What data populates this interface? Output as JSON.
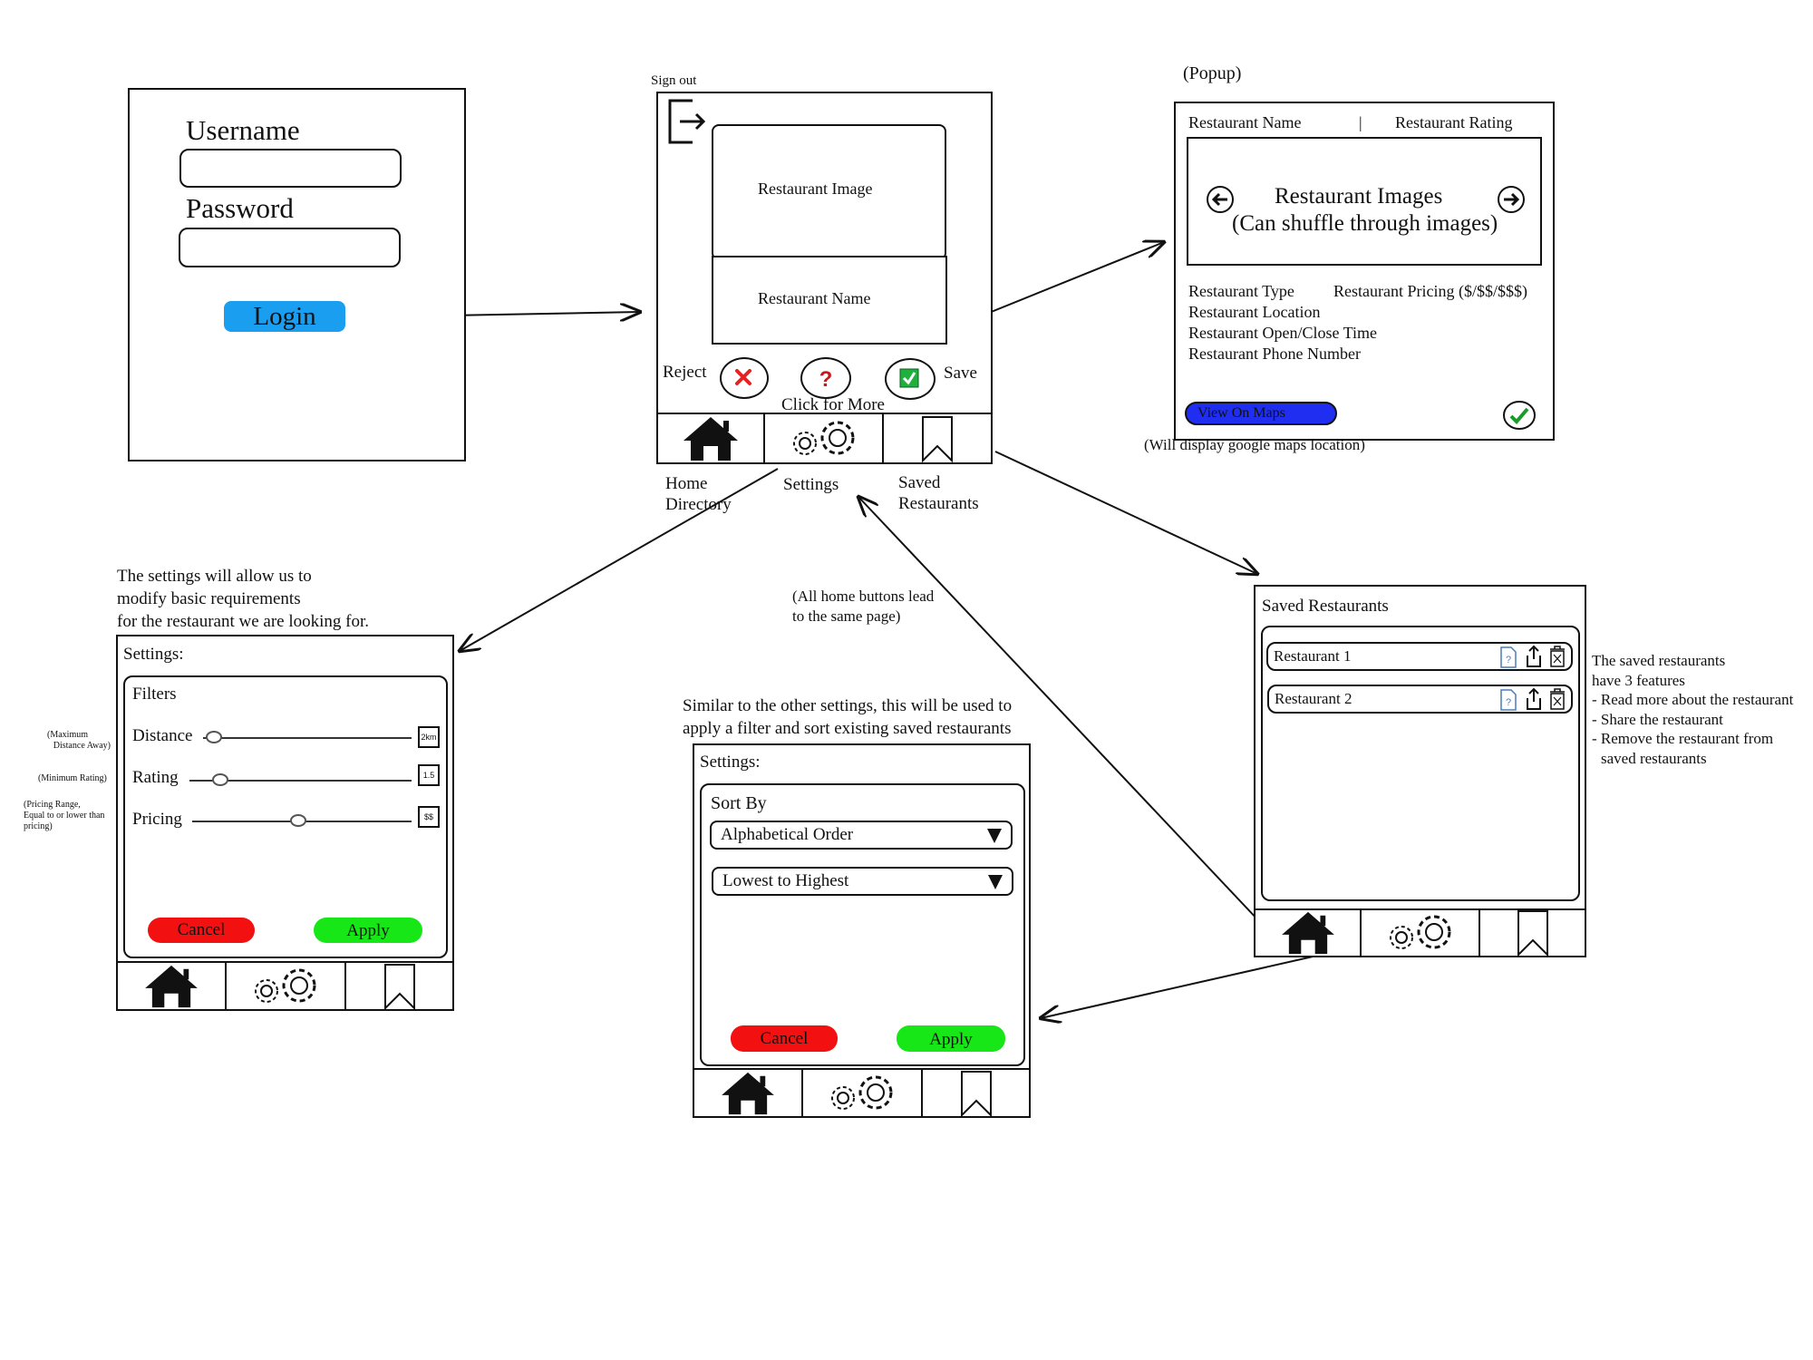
{
  "login": {
    "username_label": "Username",
    "password_label": "Password",
    "login_button": "Login",
    "login_color": "#1a9ef0"
  },
  "home": {
    "sign_out_label": "Sign out",
    "image_label": "Restaurant Image",
    "name_label": "Restaurant Name",
    "reject_label": "Reject",
    "save_label": "Save",
    "more_label": "Click for More",
    "nav_home": "Home\nDirectory",
    "nav_home_1": "Home",
    "nav_home_2": "Directory",
    "nav_settings": "Settings",
    "nav_saved_1": "Saved",
    "nav_saved_2": "Restaurants"
  },
  "popup": {
    "tag": "(Popup)",
    "header_name": "Restaurant Name",
    "header_sep": "|",
    "header_rating": "Restaurant Rating",
    "images_line1": "Restaurant Images",
    "images_line2": "(Can shuffle through images)",
    "type": "Restaurant Type",
    "pricing": "Restaurant Pricing ($/$$/$$$)",
    "location": "Restaurant Location",
    "hours": "Restaurant Open/Close Time",
    "phone": "Restaurant Phone Number",
    "maps_button": "View On Maps",
    "maps_note": "(Will display google maps location)",
    "maps_color": "#1f2ef0"
  },
  "settings": {
    "description_1": "The settings will allow us to",
    "description_2": "modify basic requirements",
    "description_3": "for the restaurant we are looking for.",
    "title": "Settings:",
    "filters_title": "Filters",
    "sliders": [
      {
        "label": "Distance",
        "value": "2km",
        "note_1": "(Maximum",
        "note_2": "Distance Away)",
        "level": 0.04
      },
      {
        "label": "Rating",
        "value": "1.5",
        "note_1": "(Minimum Rating)",
        "note_2": "",
        "level": 0.1
      },
      {
        "label": "Pricing",
        "value": "$$",
        "note_1": "(Pricing Range,",
        "note_2": "Equal to or lower than",
        "note_3": "pricing)",
        "level": 0.48
      }
    ],
    "cancel": "Cancel",
    "apply": "Apply",
    "cancel_color": "#f21010",
    "apply_color": "#17e617"
  },
  "home_note": {
    "line1": "(All home buttons lead",
    "line2": "to the same page)"
  },
  "sort_settings": {
    "description_1": "Similar to the other settings, this will be used to",
    "description_2": "apply a filter and sort existing saved restaurants",
    "title": "Settings:",
    "sort_title": "Sort By",
    "sort_field": "Alphabetical Order",
    "sort_order": "Lowest to Highest",
    "cancel": "Cancel",
    "apply": "Apply"
  },
  "saved": {
    "title": "Saved Restaurants",
    "items": [
      "Restaurant 1",
      "Restaurant 2"
    ],
    "features_1": "The saved restaurants",
    "features_2": "have 3 features",
    "features_3": "- Read more about the restaurant",
    "features_4": "- Share the restaurant",
    "features_5": "- Remove the restaurant from",
    "features_6": "saved restaurants"
  },
  "icons": [
    "sign-out-icon",
    "reject-x-icon",
    "question-icon",
    "save-check-icon",
    "home-icon",
    "gears-icon",
    "bookmark-icon",
    "arrow-left-icon",
    "arrow-right-icon",
    "check-icon",
    "info-doc-icon",
    "share-icon",
    "trash-icon"
  ]
}
